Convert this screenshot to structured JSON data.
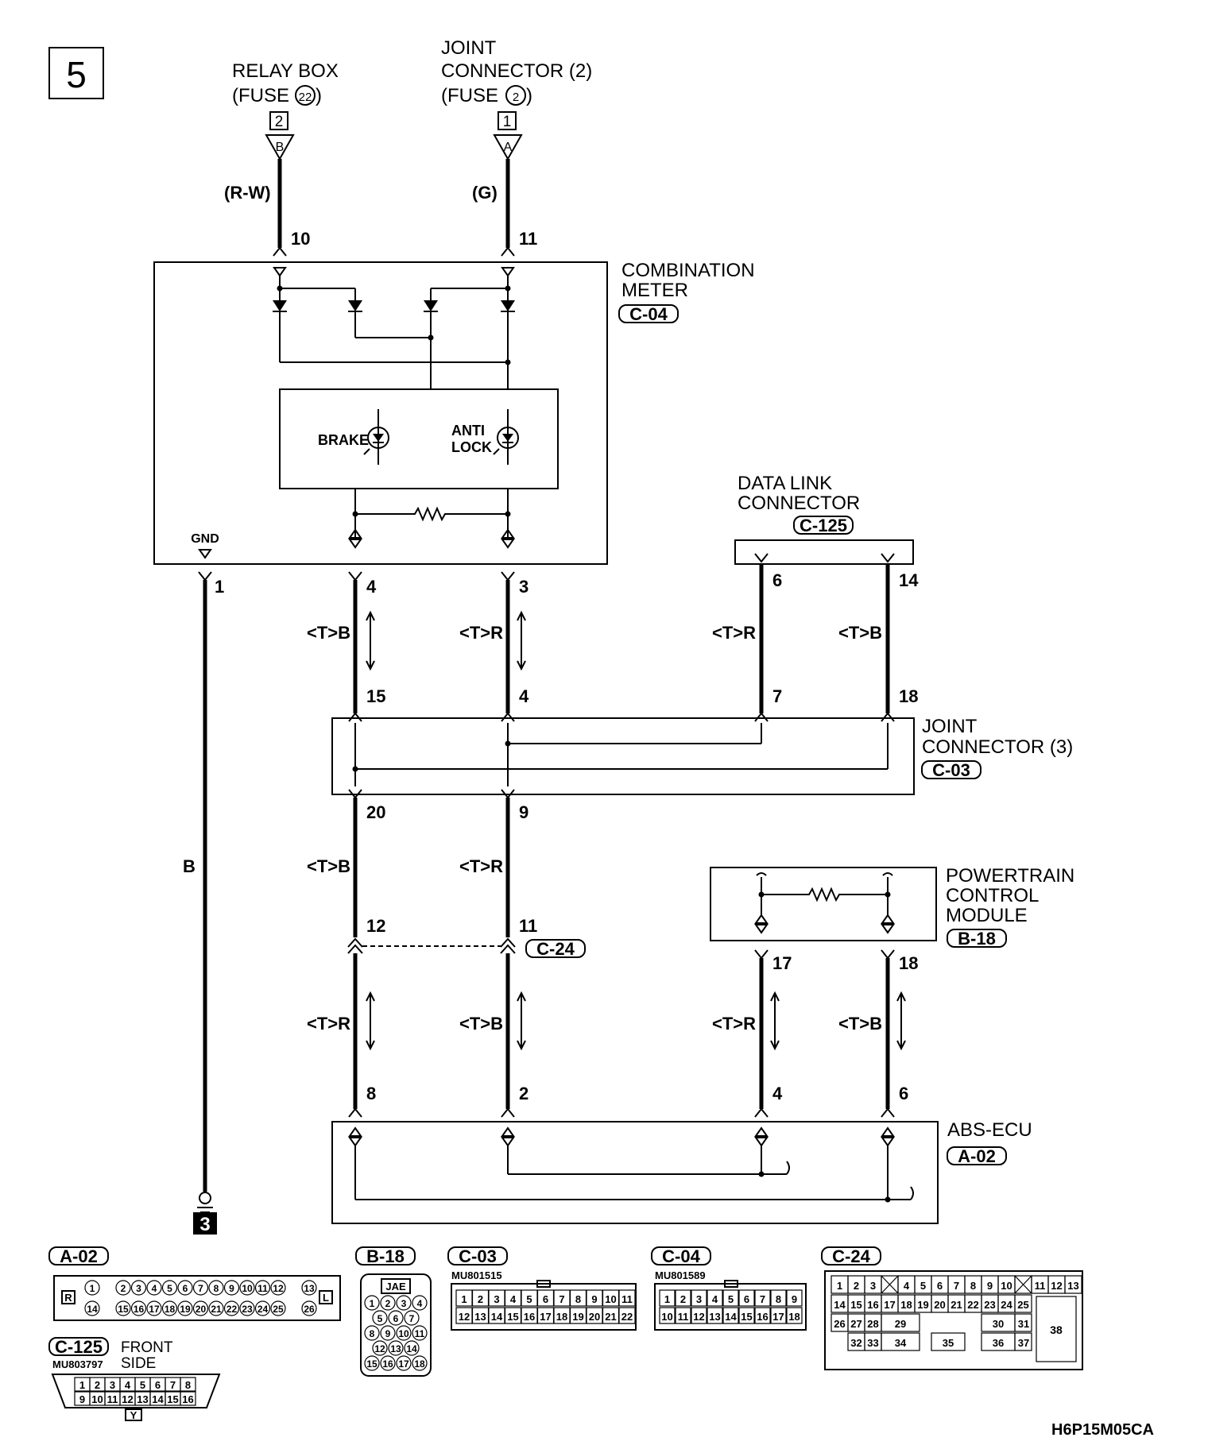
{
  "page_number": "5",
  "doc_code": "H6P15M05CA",
  "ground_ref": "3",
  "sources": {
    "relay_box": {
      "line1": "RELAY BOX",
      "line2a": "(FUSE",
      "fuse": "22",
      "line2b": ")",
      "ref_num": "2",
      "ref_letter": "B",
      "wire_color": "(R-W)",
      "pin": "10"
    },
    "joint2": {
      "line1": "JOINT",
      "line2": "CONNECTOR (2)",
      "line3a": "(FUSE",
      "fuse": "2",
      "line3b": ")",
      "ref_num": "1",
      "ref_letter": "A",
      "wire_color": "(G)",
      "pin": "11"
    }
  },
  "combination_meter": {
    "line1": "COMBINATION",
    "line2": "METER",
    "id": "C-04",
    "brake": "BRAKE",
    "anti1": "ANTI",
    "anti2": "LOCK",
    "gnd": "GND"
  },
  "data_link": {
    "line1": "DATA LINK",
    "line2": "CONNECTOR",
    "id": "C-125"
  },
  "joint3": {
    "line1": "JOINT",
    "line2": "CONNECTOR (3)",
    "id": "C-03"
  },
  "pcm": {
    "line1": "POWERTRAIN",
    "line2": "CONTROL",
    "line3": "MODULE",
    "id": "B-18"
  },
  "abs": {
    "line1": "ABS-ECU",
    "id": "A-02"
  },
  "c24_tag": "C-24",
  "wires": {
    "gnd_pin": "1",
    "gnd_color": "B",
    "w4_top": "4",
    "w4_color": "<T>B",
    "w4_bot": "15",
    "w3_top": "3",
    "w3_color": "<T>R",
    "w3_bot": "4",
    "dl6_top": "6",
    "dl6_color": "<T>R",
    "dl6_bot": "7",
    "dl14_top": "14",
    "dl14_color": "<T>B",
    "dl14_bot": "18",
    "j20": "20",
    "j20_color": "<T>B",
    "j9": "9",
    "j9_color": "<T>R",
    "c24_12": "12",
    "c24_11": "11",
    "lower_l_color": "<T>R",
    "lower_r_color": "<T>B",
    "abs8": "8",
    "abs2": "2",
    "pcm17": "17",
    "pcm17_color": "<T>R",
    "pcm18": "18",
    "pcm18_color": "<T>B",
    "abs4": "4",
    "abs6": "6"
  },
  "footer": {
    "a02": {
      "id": "A-02",
      "r": "R",
      "l": "L"
    },
    "b18": {
      "id": "B-18",
      "tag": "JAE"
    },
    "c03": {
      "id": "C-03",
      "part": "MU801515"
    },
    "c04": {
      "id": "C-04",
      "part": "MU801589"
    },
    "c24": {
      "id": "C-24"
    },
    "c125": {
      "id": "C-125",
      "part": "MU803797",
      "front": "FRONT",
      "side": "SIDE",
      "y": "Y"
    }
  }
}
